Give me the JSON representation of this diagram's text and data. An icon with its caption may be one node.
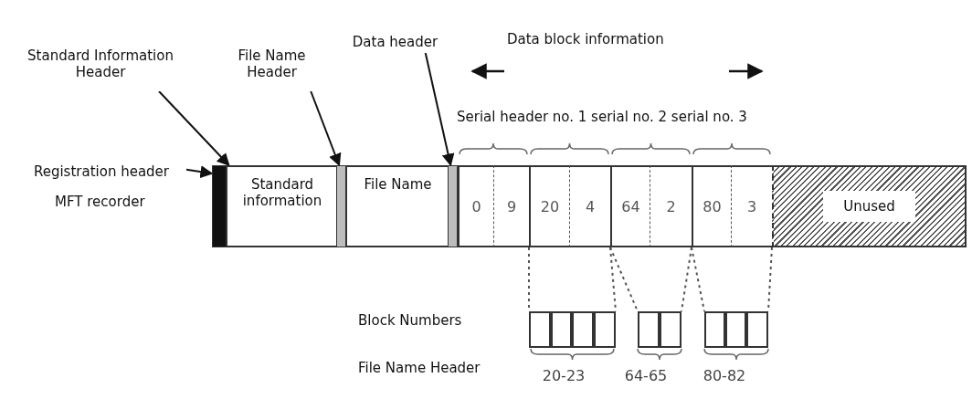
{
  "diagram": {
    "nodes": [
      {
        "text": [
          "Standard Information Header"
        ]
      },
      {
        "text": [
          "File Name Header"
        ]
      },
      {
        "text": [
          "Data header"
        ]
      },
      {
        "text": [
          "Registration header"
        ]
      },
      {
        "text": [],
        "shape": "bar"
      },
      {
        "text": [
          "Standard information"
        ]
      },
      {
        "text": [],
        "shape": "bar"
      },
      {
        "text": [
          "File Name"
        ]
      },
      {
        "text": [],
        "shape": "bar"
      },
      {
        "text": [
          "0"
        ]
      },
      {
        "text": [
          "9"
        ]
      },
      {
        "text": [
          "20"
        ]
      },
      {
        "text": [
          "4"
        ]
      },
      {
        "text": [
          "64"
        ]
      },
      {
        "text": [
          "2"
        ]
      },
      {
        "text": [
          "80"
        ]
      },
      {
        "text": [
          "3"
        ]
      },
      {
        "text": [
          "Unused"
        ]
      },
      {
        "text": [],
        "shape": "box"
      },
      {
        "text": [],
        "shape": "box"
      },
      {
        "text": [],
        "shape": "box"
      },
      {
        "text": [],
        "shape": "box"
      },
      {
        "text": [],
        "shape": "box"
      },
      {
        "text": [],
        "shape": "box"
      },
      {
        "text": [],
        "shape": "box"
      },
      {
        "text": [],
        "shape": "box"
      },
      {
        "text": [],
        "shape": "box"
      }
    ],
    "edges": [
      {
        "from": 0,
        "to": 5,
        "arrow": "to"
      },
      {
        "from": 1,
        "to": 6,
        "arrow": "to"
      },
      {
        "from": 2,
        "to": 8,
        "arrow": "to"
      },
      {
        "from": 3,
        "to": 4,
        "arrow": "to"
      },
      {
        "from": 11,
        "to": 18,
        "arrow": "none",
        "style": "dashed"
      },
      {
        "from": 12,
        "to": 21,
        "arrow": "none",
        "style": "dashed"
      },
      {
        "from": 13,
        "to": 22,
        "arrow": "none",
        "style": "dashed"
      },
      {
        "from": 14,
        "to": 23,
        "arrow": "none",
        "style": "dashed"
      },
      {
        "from": 15,
        "to": 24,
        "arrow": "none",
        "style": "dashed"
      },
      {
        "from": 16,
        "to": 26,
        "arrow": "none",
        "style": "dashed"
      }
    ],
    "labels": [
      "Data block information",
      "Serial header no. 1 serial no. 2 serial no. 3",
      "MFT recorder",
      "Block Numbers",
      "File Name Header",
      "20-23",
      "64-65",
      "80-82"
    ]
  }
}
